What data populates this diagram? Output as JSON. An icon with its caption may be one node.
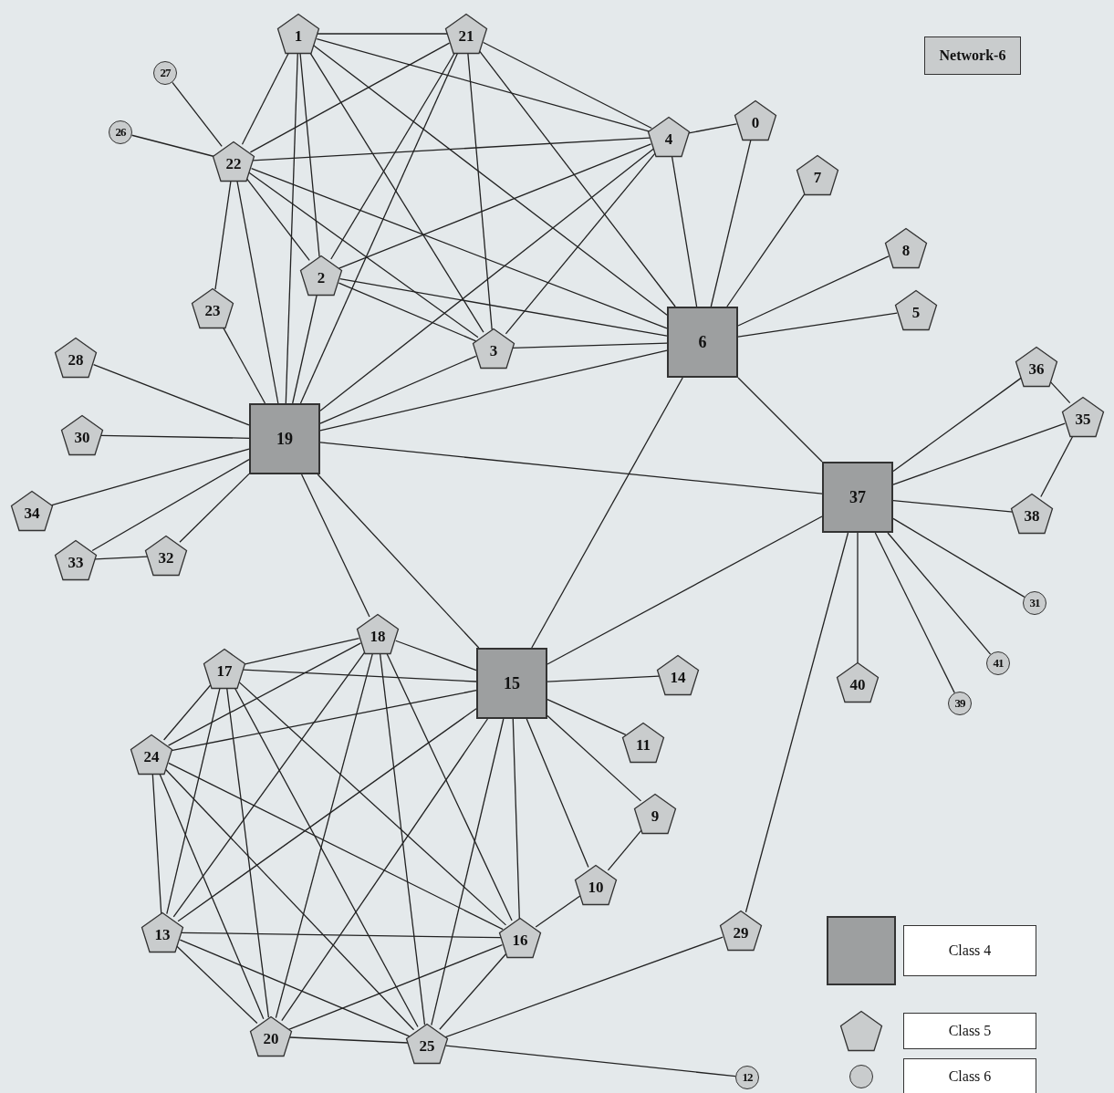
{
  "diagram": {
    "nodes": [
      {
        "text": [
          "0"
        ]
      },
      {
        "text": [
          "1"
        ]
      },
      {
        "text": [
          "2"
        ]
      },
      {
        "text": [
          "3"
        ]
      },
      {
        "text": [
          "4"
        ]
      },
      {
        "text": [
          "5"
        ]
      },
      {
        "text": [
          "6"
        ]
      },
      {
        "text": [
          "7"
        ]
      },
      {
        "text": [
          "8"
        ]
      },
      {
        "text": [
          "9"
        ]
      },
      {
        "text": [
          "10"
        ]
      },
      {
        "text": [
          "11"
        ]
      },
      {
        "text": [
          "12"
        ]
      },
      {
        "text": [
          "13"
        ]
      },
      {
        "text": [
          "14"
        ]
      },
      {
        "text": [
          "15"
        ]
      },
      {
        "text": [
          "16"
        ]
      },
      {
        "text": [
          "17"
        ]
      },
      {
        "text": [
          "18"
        ]
      },
      {
        "text": [
          "19"
        ]
      },
      {
        "text": [
          "20"
        ]
      },
      {
        "text": [
          "21"
        ]
      },
      {
        "text": [
          "22"
        ]
      },
      {
        "text": [
          "23"
        ]
      },
      {
        "text": [
          "24"
        ]
      },
      {
        "text": [
          "25"
        ]
      },
      {
        "text": [
          "26"
        ]
      },
      {
        "text": [
          "27"
        ]
      },
      {
        "text": [
          "28"
        ]
      },
      {
        "text": [
          "29"
        ]
      },
      {
        "text": [
          "30"
        ]
      },
      {
        "text": [
          "31"
        ]
      },
      {
        "text": [
          "32"
        ]
      },
      {
        "text": [
          "33"
        ]
      },
      {
        "text": [
          "34"
        ]
      },
      {
        "text": [
          "35"
        ]
      },
      {
        "text": [
          "36"
        ]
      },
      {
        "text": [
          "37"
        ]
      },
      {
        "text": [
          "38"
        ]
      },
      {
        "text": [
          "39"
        ]
      },
      {
        "text": [
          "40"
        ]
      },
      {
        "text": [
          "41"
        ]
      },
      {
        "text": [
          "Network-6"
        ]
      }
    ],
    "edges": [
      {
        "from": 1,
        "to": 21,
        "arrow": "none"
      },
      {
        "from": 1,
        "to": 22,
        "arrow": "none"
      },
      {
        "from": 1,
        "to": 19,
        "arrow": "none"
      },
      {
        "from": 1,
        "to": 2,
        "arrow": "none"
      },
      {
        "from": 1,
        "to": 3,
        "arrow": "none"
      },
      {
        "from": 1,
        "to": 4,
        "arrow": "none"
      },
      {
        "from": 1,
        "to": 6,
        "arrow": "none"
      },
      {
        "from": 21,
        "to": 22,
        "arrow": "none"
      },
      {
        "from": 21,
        "to": 4,
        "arrow": "none"
      },
      {
        "from": 21,
        "to": 6,
        "arrow": "none"
      },
      {
        "from": 21,
        "to": 3,
        "arrow": "none"
      },
      {
        "from": 21,
        "to": 2,
        "arrow": "none"
      },
      {
        "from": 21,
        "to": 19,
        "arrow": "none"
      },
      {
        "from": 27,
        "to": 22,
        "arrow": "none"
      },
      {
        "from": 26,
        "to": 22,
        "arrow": "none"
      },
      {
        "from": 22,
        "to": 4,
        "arrow": "none"
      },
      {
        "from": 22,
        "to": 6,
        "arrow": "none"
      },
      {
        "from": 22,
        "to": 3,
        "arrow": "none"
      },
      {
        "from": 22,
        "to": 2,
        "arrow": "none"
      },
      {
        "from": 22,
        "to": 23,
        "arrow": "none"
      },
      {
        "from": 22,
        "to": 19,
        "arrow": "none"
      },
      {
        "from": 2,
        "to": 4,
        "arrow": "none"
      },
      {
        "from": 2,
        "to": 6,
        "arrow": "none"
      },
      {
        "from": 2,
        "to": 3,
        "arrow": "none"
      },
      {
        "from": 2,
        "to": 19,
        "arrow": "none"
      },
      {
        "from": 4,
        "to": 0,
        "arrow": "none"
      },
      {
        "from": 4,
        "to": 6,
        "arrow": "none"
      },
      {
        "from": 4,
        "to": 3,
        "arrow": "none"
      },
      {
        "from": 4,
        "to": 19,
        "arrow": "none"
      },
      {
        "from": 0,
        "to": 6,
        "arrow": "none"
      },
      {
        "from": 7,
        "to": 6,
        "arrow": "none"
      },
      {
        "from": 8,
        "to": 6,
        "arrow": "none"
      },
      {
        "from": 5,
        "to": 6,
        "arrow": "none"
      },
      {
        "from": 3,
        "to": 6,
        "arrow": "none"
      },
      {
        "from": 3,
        "to": 19,
        "arrow": "none"
      },
      {
        "from": 6,
        "to": 19,
        "arrow": "none"
      },
      {
        "from": 6,
        "to": 37,
        "arrow": "none"
      },
      {
        "from": 6,
        "to": 15,
        "arrow": "none"
      },
      {
        "from": 23,
        "to": 19,
        "arrow": "none"
      },
      {
        "from": 28,
        "to": 19,
        "arrow": "none"
      },
      {
        "from": 30,
        "to": 19,
        "arrow": "none"
      },
      {
        "from": 34,
        "to": 19,
        "arrow": "none"
      },
      {
        "from": 33,
        "to": 19,
        "arrow": "none"
      },
      {
        "from": 32,
        "to": 19,
        "arrow": "none"
      },
      {
        "from": 33,
        "to": 32,
        "arrow": "none"
      },
      {
        "from": 19,
        "to": 37,
        "arrow": "none"
      },
      {
        "from": 19,
        "to": 18,
        "arrow": "none"
      },
      {
        "from": 19,
        "to": 15,
        "arrow": "none"
      },
      {
        "from": 37,
        "to": 36,
        "arrow": "none"
      },
      {
        "from": 37,
        "to": 35,
        "arrow": "none"
      },
      {
        "from": 37,
        "to": 38,
        "arrow": "none"
      },
      {
        "from": 36,
        "to": 35,
        "arrow": "none"
      },
      {
        "from": 35,
        "to": 38,
        "arrow": "none"
      },
      {
        "from": 37,
        "to": 31,
        "arrow": "none"
      },
      {
        "from": 37,
        "to": 41,
        "arrow": "none"
      },
      {
        "from": 37,
        "to": 39,
        "arrow": "none"
      },
      {
        "from": 37,
        "to": 40,
        "arrow": "none"
      },
      {
        "from": 37,
        "to": 29,
        "arrow": "none"
      },
      {
        "from": 37,
        "to": 15,
        "arrow": "none"
      },
      {
        "from": 15,
        "to": 14,
        "arrow": "none"
      },
      {
        "from": 15,
        "to": 11,
        "arrow": "none"
      },
      {
        "from": 15,
        "to": 9,
        "arrow": "none"
      },
      {
        "from": 15,
        "to": 10,
        "arrow": "none"
      },
      {
        "from": 15,
        "to": 16,
        "arrow": "none"
      },
      {
        "from": 15,
        "to": 25,
        "arrow": "none"
      },
      {
        "from": 15,
        "to": 20,
        "arrow": "none"
      },
      {
        "from": 15,
        "to": 13,
        "arrow": "none"
      },
      {
        "from": 15,
        "to": 24,
        "arrow": "none"
      },
      {
        "from": 15,
        "to": 17,
        "arrow": "none"
      },
      {
        "from": 15,
        "to": 18,
        "arrow": "none"
      },
      {
        "from": 9,
        "to": 10,
        "arrow": "none"
      },
      {
        "from": 10,
        "to": 16,
        "arrow": "none"
      },
      {
        "from": 18,
        "to": 17,
        "arrow": "none"
      },
      {
        "from": 18,
        "to": 24,
        "arrow": "none"
      },
      {
        "from": 18,
        "to": 13,
        "arrow": "none"
      },
      {
        "from": 18,
        "to": 20,
        "arrow": "none"
      },
      {
        "from": 18,
        "to": 25,
        "arrow": "none"
      },
      {
        "from": 18,
        "to": 16,
        "arrow": "none"
      },
      {
        "from": 17,
        "to": 24,
        "arrow": "none"
      },
      {
        "from": 17,
        "to": 13,
        "arrow": "none"
      },
      {
        "from": 17,
        "to": 20,
        "arrow": "none"
      },
      {
        "from": 17,
        "to": 25,
        "arrow": "none"
      },
      {
        "from": 17,
        "to": 16,
        "arrow": "none"
      },
      {
        "from": 24,
        "to": 13,
        "arrow": "none"
      },
      {
        "from": 24,
        "to": 20,
        "arrow": "none"
      },
      {
        "from": 24,
        "to": 25,
        "arrow": "none"
      },
      {
        "from": 24,
        "to": 16,
        "arrow": "none"
      },
      {
        "from": 13,
        "to": 16,
        "arrow": "none"
      },
      {
        "from": 13,
        "to": 20,
        "arrow": "none"
      },
      {
        "from": 13,
        "to": 25,
        "arrow": "none"
      },
      {
        "from": 20,
        "to": 16,
        "arrow": "none"
      },
      {
        "from": 20,
        "to": 25,
        "arrow": "none"
      },
      {
        "from": 16,
        "to": 25,
        "arrow": "none"
      },
      {
        "from": 25,
        "to": 29,
        "arrow": "none"
      },
      {
        "from": 25,
        "to": 12,
        "arrow": "none"
      }
    ],
    "legend": [
      {
        "text": "Class 4"
      },
      {
        "text": "Class 5"
      },
      {
        "text": "Class 6"
      }
    ]
  }
}
